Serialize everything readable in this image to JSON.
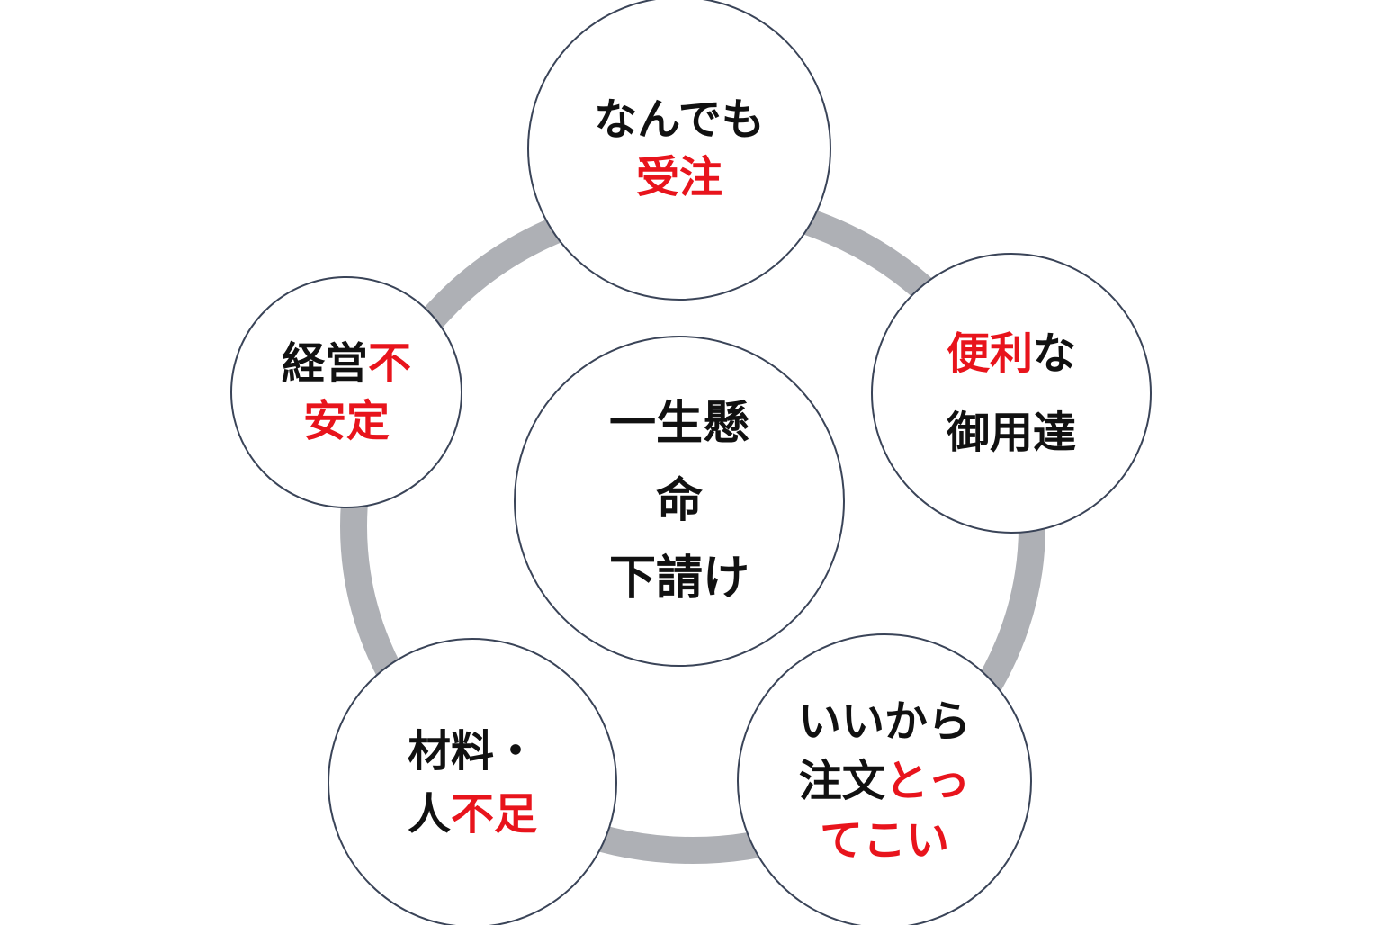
{
  "diagram": {
    "center": {
      "lines": [
        [
          {
            "text": "一生懸",
            "highlight": false
          }
        ],
        [
          {
            "text": "命",
            "highlight": false
          }
        ],
        [
          {
            "text": "下請け",
            "highlight": false
          }
        ]
      ]
    },
    "nodes": [
      {
        "id": "top",
        "lines": [
          [
            {
              "text": "なんでも",
              "highlight": false
            }
          ],
          [
            {
              "text": "受注",
              "highlight": true
            }
          ]
        ]
      },
      {
        "id": "right",
        "lines": [
          [
            {
              "text": "便利",
              "highlight": true
            },
            {
              "text": "な",
              "highlight": false
            }
          ],
          [
            {
              "text": "御用達",
              "highlight": false
            }
          ]
        ]
      },
      {
        "id": "bottom-right",
        "lines": [
          [
            {
              "text": "いいから",
              "highlight": false
            }
          ],
          [
            {
              "text": "注文",
              "highlight": false
            },
            {
              "text": "とっ",
              "highlight": true
            }
          ],
          [
            {
              "text": "てこい",
              "highlight": true
            }
          ]
        ]
      },
      {
        "id": "bottom-left",
        "lines": [
          [
            {
              "text": "材料・",
              "highlight": false
            }
          ],
          [
            {
              "text": "人",
              "highlight": false
            },
            {
              "text": "不足",
              "highlight": true
            }
          ]
        ]
      },
      {
        "id": "left",
        "lines": [
          [
            {
              "text": "経営",
              "highlight": false
            },
            {
              "text": "不",
              "highlight": true
            }
          ],
          [
            {
              "text": "安定",
              "highlight": true
            }
          ]
        ]
      }
    ],
    "colors": {
      "text": "#111111",
      "highlight": "#e8141c",
      "ring": "#aeb0b5",
      "circle_stroke": "#3a4458",
      "background": "#ffffff"
    }
  }
}
